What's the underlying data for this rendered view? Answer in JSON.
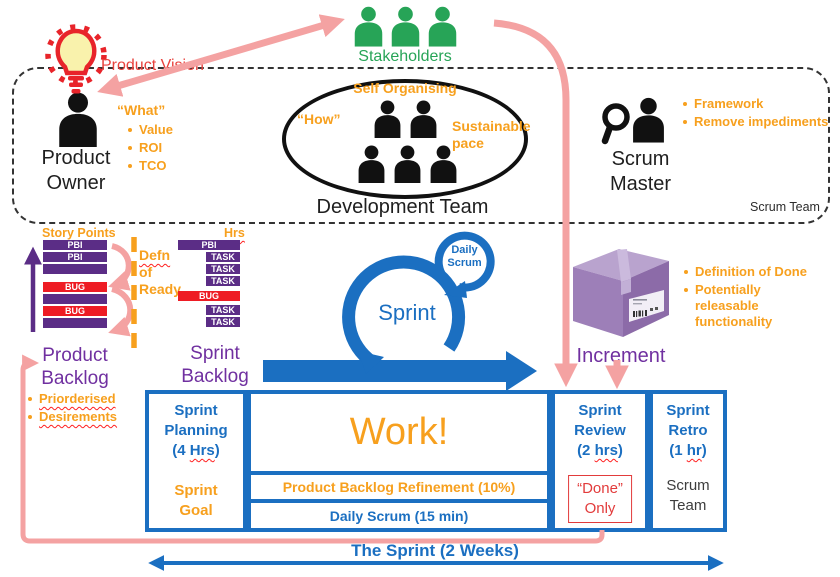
{
  "colors": {
    "blue": "#1b6fc1",
    "orange": "#f7a01e",
    "purple_text": "#7030a0",
    "purple_bar": "#5b2d86",
    "red": "#ee1c24",
    "green": "#27a457",
    "pink": "#f4a2a2",
    "vision_red": "#e8413c"
  },
  "top": {
    "product_vision": "Product Vision",
    "stakeholders": "Stakeholders"
  },
  "box": {
    "label": "Scrum Team"
  },
  "po": {
    "title": "Product\nOwner",
    "quote": "“What”",
    "bullets": [
      "Value",
      "ROI",
      "TCO"
    ]
  },
  "dev": {
    "title": "Development Team",
    "top": "Self Organising",
    "how": "“How”",
    "pace": "Sustainable\npace"
  },
  "sm": {
    "title": "Scrum\nMaster",
    "bullets": [
      "Framework",
      "Remove impediments"
    ]
  },
  "pb": {
    "header": "Story Points",
    "title": "Product\nBacklog",
    "bars": [
      "PBI",
      "PBI",
      "",
      "BUG",
      "",
      "BUG",
      ""
    ],
    "bullets": [
      "Priorderised",
      "Desirements"
    ]
  },
  "ready": {
    "w1": "Defn",
    "w2": "of",
    "w3": "Ready"
  },
  "sb": {
    "header": "Hrs",
    "title": "Sprint\nBacklog",
    "bars": [
      "PBI",
      "TASK",
      "TASK",
      "TASK",
      "BUG",
      "TASK",
      "TASK"
    ]
  },
  "loop": {
    "label": "Sprint",
    "daily": "Daily\nScrum"
  },
  "inc": {
    "title": "Increment",
    "bullets": [
      "Definition of Done",
      "Potentially releasable functionality"
    ]
  },
  "tbl": {
    "planning": {
      "lines": "Sprint\nPlanning",
      "pre": "(4 ",
      "word": "Hrs",
      "post": ")"
    },
    "goal": "Sprint\nGoal",
    "work": "Work!",
    "refinement": "Product Backlog Refinement (10%)",
    "daily": "Daily Scrum (15 min)",
    "review": {
      "lines": "Sprint\nReview",
      "pre": "(2 ",
      "word": "hrs",
      "post": ")"
    },
    "done": "“Done”\nOnly",
    "retro": {
      "lines": "Sprint\nRetro",
      "pre": "(1 ",
      "word": "hr",
      "post": ")"
    },
    "scrum_team": "Scrum\nTeam"
  },
  "footer": {
    "label": "The Sprint (2 Weeks)"
  }
}
